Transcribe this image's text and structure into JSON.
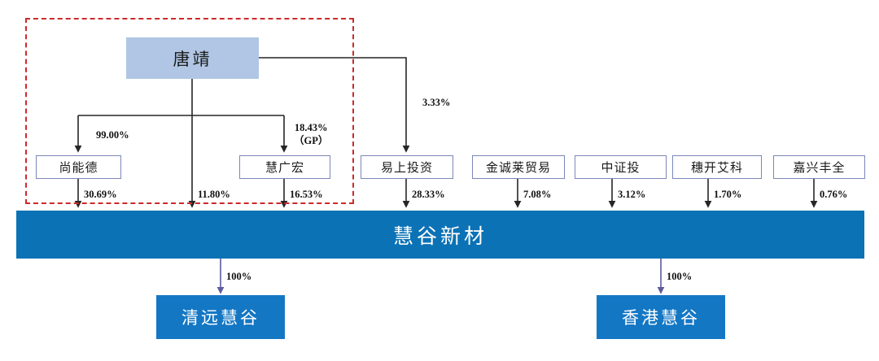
{
  "diagram": {
    "type": "ownership-structure-chart",
    "title_text": "",
    "colors": {
      "person_box_fill": "#b0c6e4",
      "shareholder_box_border": "#7b87b8",
      "company_bar_fill": "#0b72b5",
      "subsidiary_fill": "#1477c4",
      "control_group_border": "#cc2a2a",
      "arrow_black": "#262626",
      "arrow_purple": "#5b5b9e"
    }
  },
  "nodes": {
    "person": {
      "label": "唐靖"
    },
    "shareholders": [
      {
        "id": "shang-neng-de",
        "label": "尚能德"
      },
      {
        "id": "hui-guang-hong",
        "label": "慧广宏"
      },
      {
        "id": "yi-shang-tou-zi",
        "label": "易上投资"
      },
      {
        "id": "jin-cheng-lai-mao-yi",
        "label": "金诚莱贸易"
      },
      {
        "id": "zhong-zheng-tou",
        "label": "中证投"
      },
      {
        "id": "sui-kai-ai-ke",
        "label": "穗开艾科"
      },
      {
        "id": "jia-xing-feng-quan",
        "label": "嘉兴丰全"
      }
    ],
    "company": {
      "label": "慧谷新材"
    },
    "subsidiaries": [
      {
        "id": "qing-yuan-hui-gu",
        "label": "清远慧谷"
      },
      {
        "id": "xiang-gang-hui-gu",
        "label": "香港慧谷"
      }
    ]
  },
  "edges": {
    "person_to_shareholders": [
      {
        "from": "唐靖",
        "to": "尚能德",
        "label": "99.00%"
      },
      {
        "from": "唐靖",
        "to": "慧广宏",
        "label_line1": "18.43%",
        "label_line2": "（GP）"
      },
      {
        "from": "唐靖",
        "to": "易上投资",
        "label": "3.33%"
      }
    ],
    "to_company": [
      {
        "from": "尚能德",
        "to": "慧谷新材",
        "label": "30.69%"
      },
      {
        "from": "唐靖",
        "to": "慧谷新材",
        "label": "11.80%"
      },
      {
        "from": "慧广宏",
        "to": "慧谷新材",
        "label": "16.53%"
      },
      {
        "from": "易上投资",
        "to": "慧谷新材",
        "label": "28.33%"
      },
      {
        "from": "金诚莱贸易",
        "to": "慧谷新材",
        "label": "7.08%"
      },
      {
        "from": "中证投",
        "to": "慧谷新材",
        "label": "3.12%"
      },
      {
        "from": "穗开艾科",
        "to": "慧谷新材",
        "label": "1.70%"
      },
      {
        "from": "嘉兴丰全",
        "to": "慧谷新材",
        "label": "0.76%"
      }
    ],
    "company_to_subsidiaries": [
      {
        "from": "慧谷新材",
        "to": "清远慧谷",
        "label": "100%"
      },
      {
        "from": "慧谷新材",
        "to": "香港慧谷",
        "label": "100%"
      }
    ]
  },
  "control_group": {
    "name": "actual-controller-group",
    "border_style": "dashed",
    "border_color": "#cc2a2a"
  }
}
